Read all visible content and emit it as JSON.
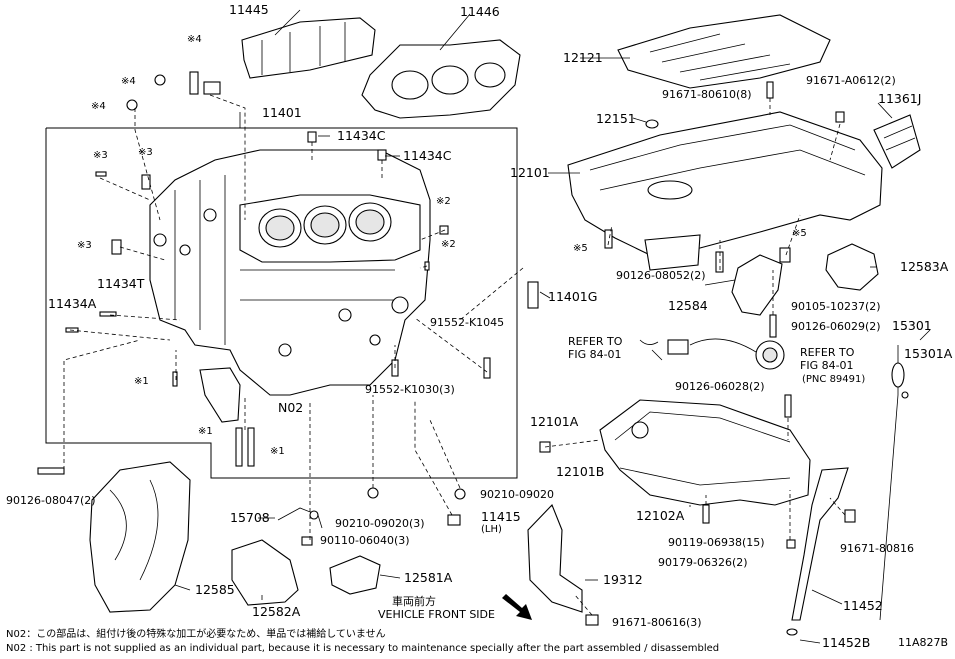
{
  "diagram_id": "11A827B",
  "labels": {
    "l11445": "11445",
    "l11446": "11446",
    "l12121": "12121",
    "l11401": "11401",
    "l11434c_a": "11434C",
    "l11434c_b": "11434C",
    "l91671_80610": "91671-80610(8)",
    "l91671_a0612": "91671-A0612(2)",
    "l11361j": "11361J",
    "l12151": "12151",
    "l12101": "12101",
    "l11434t": "11434T",
    "l11434a": "11434A",
    "l11401g": "11401G",
    "l90126_08052": "90126-08052(2)",
    "l12584": "12584",
    "l90105_10237": "90105-10237(2)",
    "l12583a": "12583A",
    "l91552_k1045": "91552-K1045",
    "l91552_k1030": "91552-K1030(3)",
    "l90126_06029": "90126-06029(2)",
    "l15301": "15301",
    "l15301a": "15301A",
    "refer1_line1": "REFER TO",
    "refer1_line2": "FIG 84-01",
    "refer2_line1": "REFER TO",
    "refer2_line2": "FIG 84-01",
    "refer2_pnc": "(PNC 89491)",
    "ln02": "N02",
    "l90126_06028": "90126-06028(2)",
    "l12101a": "12101A",
    "l12101b": "12101B",
    "l90126_08047": "90126-08047(2)",
    "l15708": "15708",
    "l90210_09020_a": "90210-09020(3)",
    "l90210_09020_b": "90210-09020",
    "l11415": "11415",
    "l11415_sub": "(LH)",
    "l90110_06040": "90110-06040(3)",
    "l12102a": "12102A",
    "l90119_06938": "90119-06938(15)",
    "l90179_06326": "90179-06326(2)",
    "l91671_80816": "91671-80816",
    "l12585": "12585",
    "l12582a": "12582A",
    "l12581a": "12581A",
    "l19312": "19312",
    "l91671_80616": "91671-80616(3)",
    "l11452": "11452",
    "l11452b": "11452B",
    "front_jp": "車両前方",
    "front_en": "VEHICLE FRONT SIDE"
  },
  "marks": {
    "m4": "※4",
    "m3": "※3",
    "m2": "※2",
    "m5": "※5",
    "m1": "※1"
  },
  "notes": {
    "n02_jp": "N02：この部品は、組付け後の特殊な加工が必要なため、単品では補給していません",
    "n02_en": "N02 : This part is not supplied as an individual part, because it is necessary to maintenance specially after the part assembled / disassembled"
  }
}
